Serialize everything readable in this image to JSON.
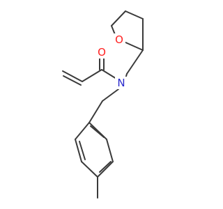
{
  "molecule": {
    "atoms": {
      "O_carbonyl": {
        "label": "O",
        "color": "#ff2020"
      },
      "N_amide": {
        "label": "N",
        "color": "#2929cc"
      },
      "O_ring": {
        "label": "O",
        "color": "#ff2020"
      }
    }
  },
  "colors": {
    "bond": "#3a3a3a",
    "background": "#ffffff"
  }
}
